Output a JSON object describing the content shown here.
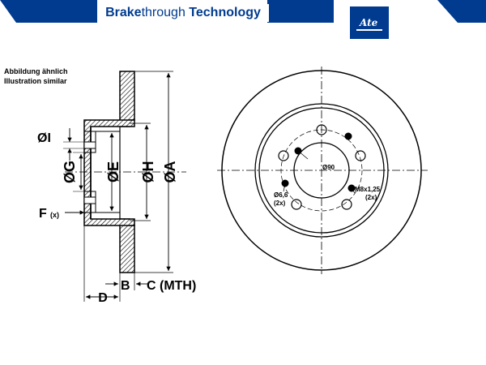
{
  "header": {
    "tagline_bold": "Brake",
    "tagline_light": "through",
    "tagline_rest": " Technology",
    "logo_text": "Ate",
    "brand_color": "#003b8f"
  },
  "notes": {
    "german": "Abbildung ähnlich",
    "english": "Illustration similar"
  },
  "labels": {
    "A": "ØA",
    "H": "ØH",
    "E": "ØE",
    "G": "ØG",
    "I": "ØI",
    "F": "F",
    "F_sub": "(x)",
    "B": "B",
    "C": "C (MTH)",
    "D": "D"
  },
  "front_view": {
    "center_bore": "Ø90",
    "thread": "M8x1,25",
    "thread_count": "(2x)",
    "hole": "Ø6,6",
    "hole_count": "(2x)"
  }
}
